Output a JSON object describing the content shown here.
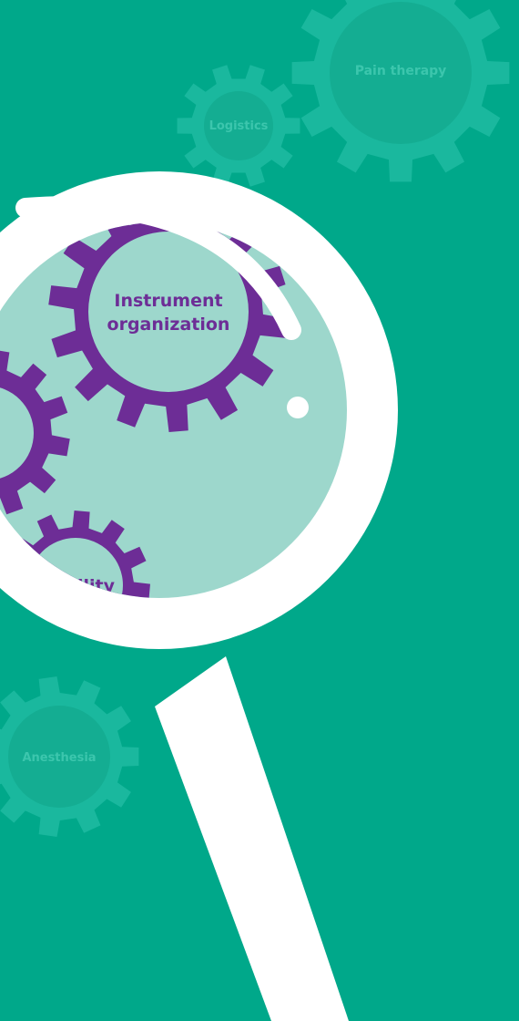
{
  "colors": {
    "background": "#00a88a",
    "background_gear": "#1ab89e",
    "background_gear_text": "#3cc6ad",
    "lens": "#9dd7cc",
    "magnifier": "#ffffff",
    "gear": "#6d2d96",
    "gear_label": "#6d2d96"
  },
  "background_gears": [
    {
      "label": "Pain therapy",
      "icon": "gear-icon"
    },
    {
      "label": "Logistics",
      "icon": "gear-icon"
    },
    {
      "label": "Anesthesia",
      "icon": "gear-icon"
    }
  ],
  "lens_gears": [
    {
      "label_line1": "Instrument",
      "label_line2": "organization",
      "icon": "gear-icon"
    },
    {
      "label": "Sterility",
      "icon": "gear-icon"
    }
  ],
  "magnifier": {
    "icon": "magnifying-glass-icon"
  }
}
